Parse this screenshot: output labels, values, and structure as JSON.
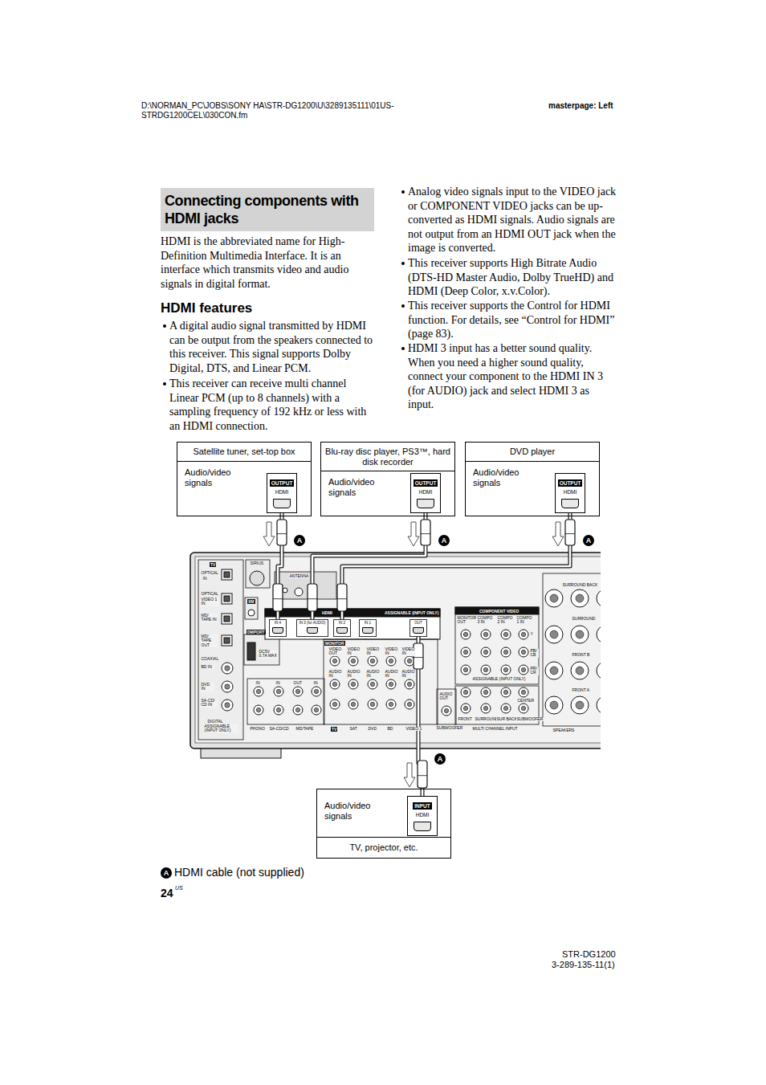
{
  "diagram": {
    "nodes": [
      {
        "text": [
          "Connecting components with HDMI jacks"
        ]
      },
      {
        "text": [
          "Satellite tuner, set-top box",
          "Audio/video signals"
        ]
      },
      {
        "text": [
          "OUTPUT",
          "HDMI"
        ],
        "in": 1
      },
      {
        "text": [
          "Blu-ray disc player, PS3™, hard disk recorder",
          "Audio/video signals"
        ]
      },
      {
        "text": [
          "OUTPUT",
          "HDMI"
        ],
        "in": 3
      },
      {
        "text": [
          "DVD player",
          "Audio/video signals"
        ]
      },
      {
        "text": [
          "OUTPUT",
          "HDMI"
        ],
        "in": 5
      },
      {
        "text": [
          "IN 4"
        ]
      },
      {
        "text": [
          "IN 3 (for AUDIO)"
        ]
      },
      {
        "text": [
          "IN 2"
        ]
      },
      {
        "text": [
          "IN 1"
        ]
      },
      {
        "text": [
          "OUT"
        ]
      },
      {
        "text": [
          "Audio/video signals",
          "TV, projector, etc."
        ]
      },
      {
        "text": [
          "INPUT",
          "HDMI"
        ],
        "in": 12
      }
    ],
    "edges": [
      {
        "from": 2,
        "to": 7,
        "label": "A",
        "arrow": "none"
      },
      {
        "from": 4,
        "to": 8,
        "label": "A",
        "arrow": "none"
      },
      {
        "from": 6,
        "to": 9,
        "label": "A",
        "arrow": "none"
      },
      {
        "from": 11,
        "to": 13,
        "label": "A",
        "arrow": "none"
      }
    ],
    "labels": [
      "D:\\NORMAN_PC\\JOBS\\SONY HA\\STR-DG1200\\U\\3289135111\\01US-STRDG1200CEL\\030CON.fm",
      "masterpage: Left",
      "HDMI is the abbreviated name for High-Definition Multimedia Interface. It is an interface which transmits video and audio signals in digital format.",
      "HDMI features",
      "A digital audio signal transmitted by HDMI can be output from the speakers connected to this receiver. This signal supports Dolby Digital, DTS, and Linear PCM.",
      "This receiver can receive multi channel Linear PCM (up to 8 channels) with a sampling frequency of 192 kHz or less with an HDMI connection.",
      "Analog video signals input to the VIDEO jack or COMPONENT VIDEO jacks can be up-converted as HDMI signals. Audio signals are not output from an HDMI OUT jack when the image is converted.",
      "This receiver supports High Bitrate Audio (DTS-HD Master Audio, Dolby TrueHD) and HDMI (Deep Color, x.v.Color).",
      "This receiver supports the Control for HDMI function. For details, see “Control for HDMI” (page 83).",
      "HDMI 3 input has a better sound quality. When you need a higher sound quality, connect your component to the HDMI IN 3 (for AUDIO) jack and select HDMI 3 as input.",
      "A",
      "24",
      "US",
      "STR-DG1200",
      "3-289-135-11(1)",
      "TV",
      "OPTICAL",
      "IN",
      "OPTICAL",
      "VIDEO 1 IN",
      "MD/ TAPE IN",
      "MD/ TAPE OUT",
      "COAXIAL",
      "BD IN",
      "DVD IN",
      "SA-CD/ CD IN",
      "DIGITAL",
      "ASSIGNABLE (INPUT ONLY)",
      "SIRIUS",
      "ANTENNA",
      "XM",
      "DMPORT",
      "DC5V 0.7A MAX",
      "HDMI",
      "ASSIGNABLE (INPUT ONLY)",
      "MONITOR",
      "VIDEO OUT",
      "VIDEO IN",
      "VIDEO IN",
      "VIDEO IN",
      "VIDEO IN",
      "AUDIO IN",
      "AUDIO IN",
      "AUDIO IN",
      "AUDIO IN",
      "AUDIO IN",
      "AUDIO OUT",
      "SUBWOOFER",
      "IN",
      "IN",
      "OUT",
      "IN",
      "PHONO",
      "SA-CD/CD",
      "MD/TAPE",
      "TV",
      "SAT",
      "DVD",
      "BD",
      "VIDEO 1",
      "MULTI CHANNEL INPUT",
      "SPEAKERS",
      "COMPONENT VIDEO",
      "MONITOR OUT",
      "COMPO 3 IN",
      "COMPO 2 IN",
      "COMPO 1 IN",
      "Y",
      "PB/ CB",
      "PR/ CR",
      "ASSIGNABLE (INPUT ONLY)",
      "FRONT",
      "SURROUND",
      "SUR BACK",
      "SUBWOOFER",
      "CENTER",
      "SURROUND BACK",
      "SURROUND",
      "FRONT B",
      "FRONT A"
    ],
    "legend": [
      {
        "text": "HDMI cable (not supplied)"
      }
    ]
  }
}
